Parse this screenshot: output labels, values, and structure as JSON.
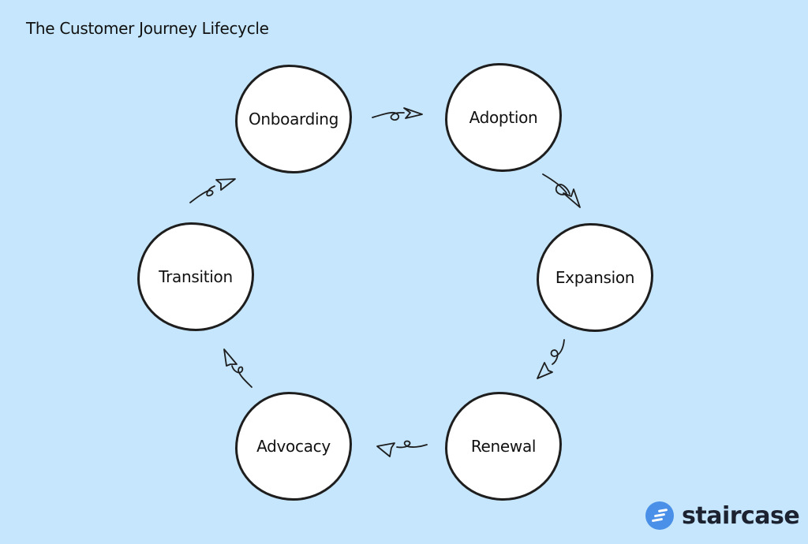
{
  "title": "The Customer Journey Lifecycle",
  "stages": [
    {
      "label": "Onboarding"
    },
    {
      "label": "Adoption"
    },
    {
      "label": "Expansion"
    },
    {
      "label": "Renewal"
    },
    {
      "label": "Advocacy"
    },
    {
      "label": "Transition"
    }
  ],
  "flow": [
    {
      "from": "Onboarding",
      "to": "Adoption"
    },
    {
      "from": "Adoption",
      "to": "Expansion"
    },
    {
      "from": "Expansion",
      "to": "Renewal"
    },
    {
      "from": "Renewal",
      "to": "Advocacy"
    },
    {
      "from": "Advocacy",
      "to": "Transition"
    },
    {
      "from": "Transition",
      "to": "Onboarding"
    }
  ],
  "brand": {
    "name": "staircase",
    "icon": "staircase-logo-icon",
    "color": "#4a90e8"
  },
  "colors": {
    "background": "#c5e6fd",
    "node_fill": "#ffffff",
    "stroke": "#1e1e1e"
  }
}
